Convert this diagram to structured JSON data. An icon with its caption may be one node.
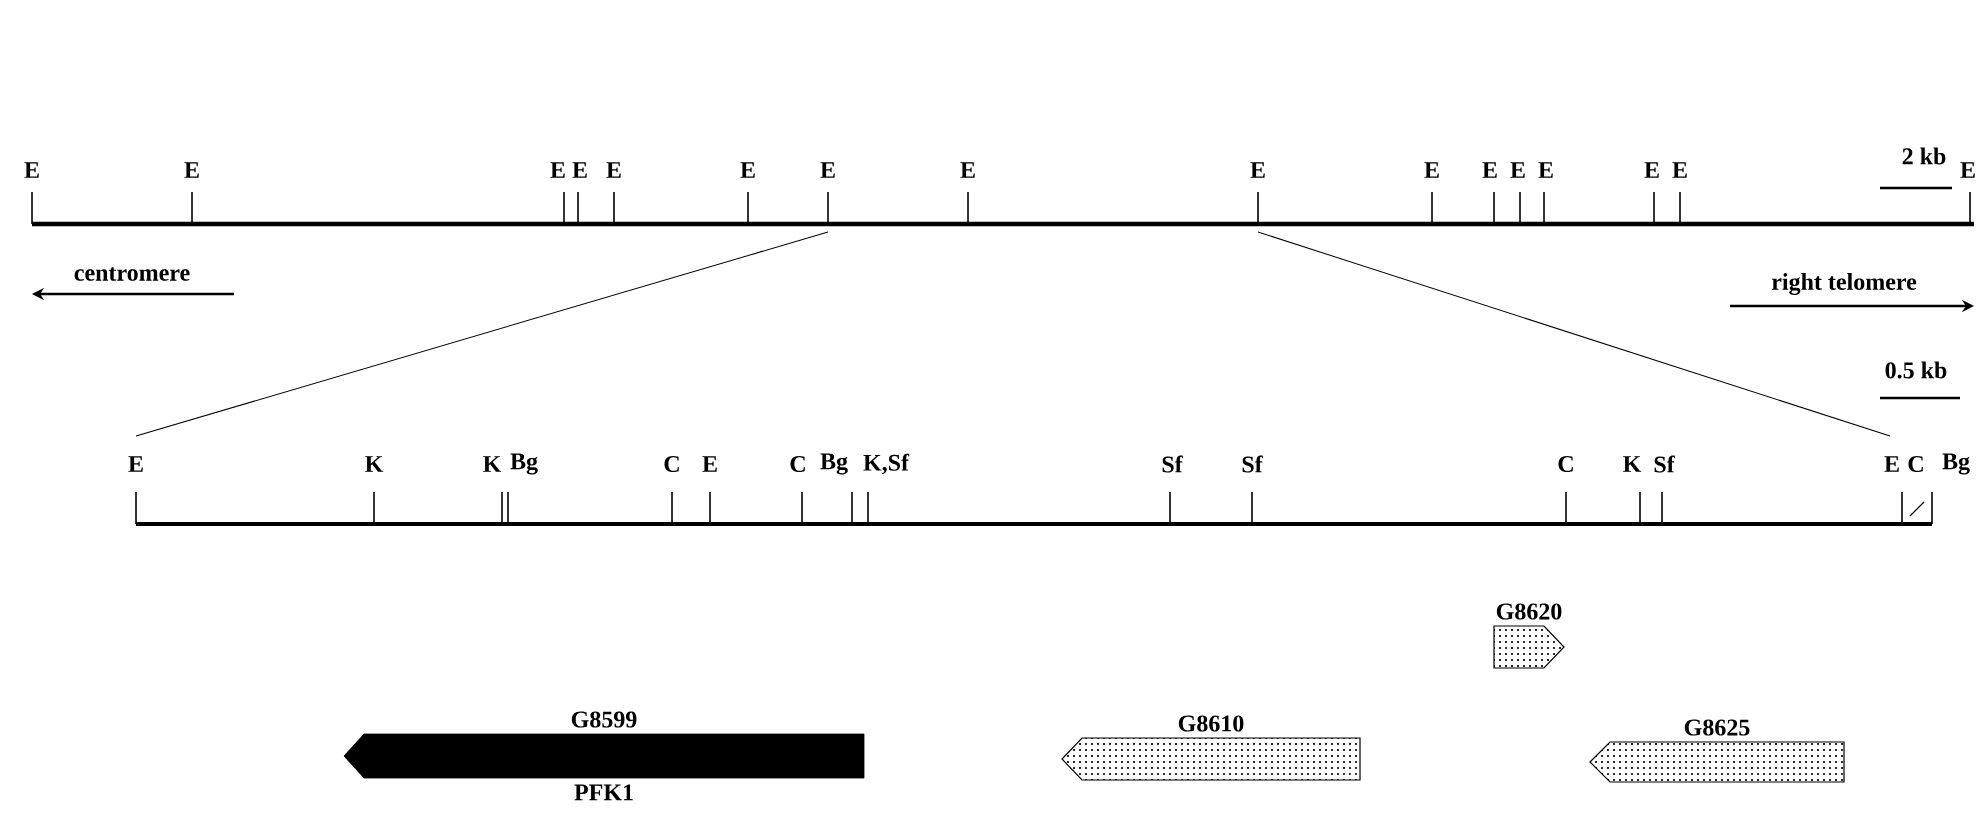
{
  "diagram": {
    "nodes": [
      {
        "text": [
          "G8620"
        ]
      },
      {
        "text": [
          "G8599"
        ],
        "beside": [
          "PFK1"
        ]
      },
      {
        "text": [
          "G8610"
        ]
      },
      {
        "text": [
          "G8625"
        ]
      }
    ],
    "labels": [
      "E",
      "E",
      "E",
      "E",
      "E",
      "E",
      "E",
      "E",
      "E",
      "E",
      "E",
      "E",
      "E",
      "E",
      "E",
      "E",
      "2 kb",
      "centromere",
      "right telomere",
      "0.5 kb",
      "E",
      "K",
      "K",
      "Bg",
      "C",
      "E",
      "C",
      "Bg",
      "K,Sf",
      "Sf",
      "Sf",
      "C",
      "K",
      "Sf",
      "E",
      "C",
      "Bg"
    ]
  }
}
